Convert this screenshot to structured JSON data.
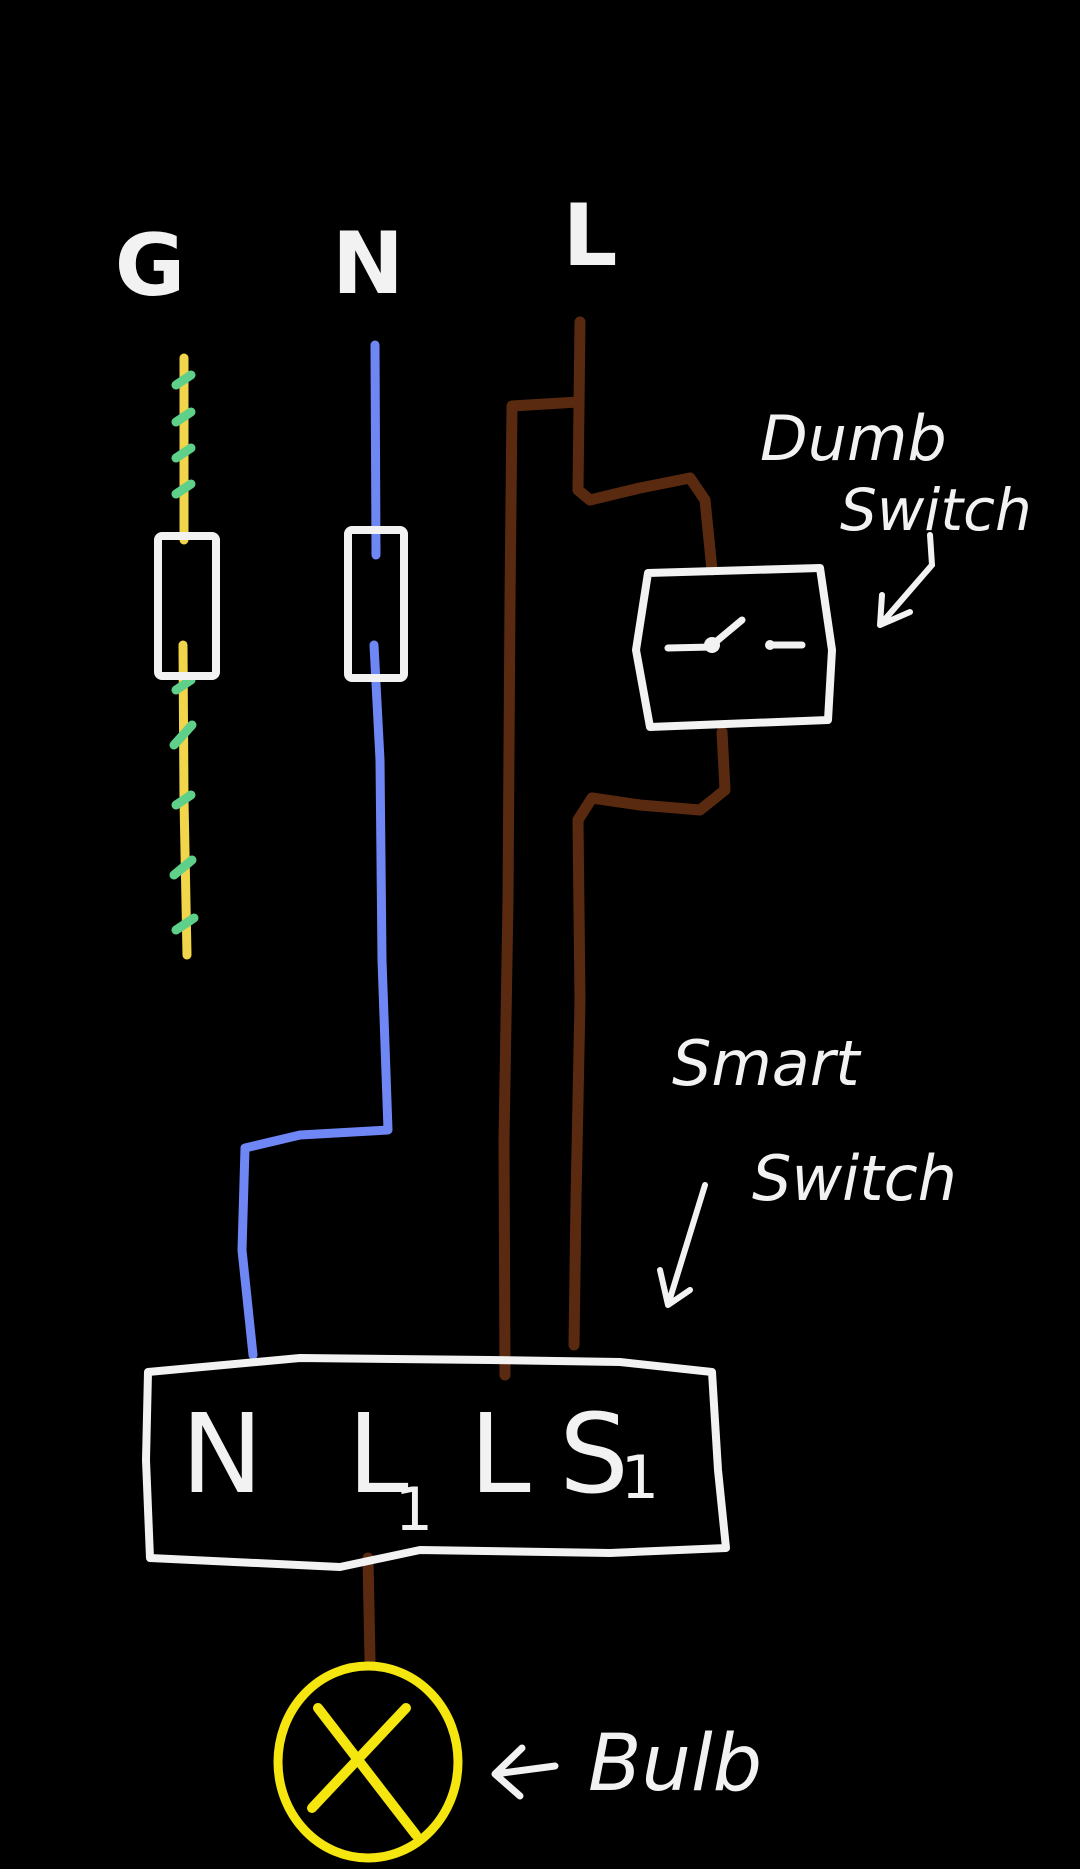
{
  "colors": {
    "background": "#000000",
    "outline": "#f2f2f2",
    "ground_wire": "#f1d54a",
    "ground_stripe": "#5fd08a",
    "neutral_wire": "#6f86f5",
    "live_wire": "#5a2a10",
    "bulb": "#f5e60f"
  },
  "icons": [
    "gear-icon"
  ],
  "supply": {
    "ground_label": "G",
    "neutral_label": "N",
    "live_label": "L"
  },
  "dumb_switch": {
    "label_line1": "Dumb",
    "label_line2": "Switch"
  },
  "smart_switch": {
    "label_line1": "Smart",
    "label_line2": "Switch",
    "terminal_n": "N",
    "terminal_l1": "L",
    "terminal_l1_sub": "1",
    "terminal_l": "L",
    "terminal_s1": "S",
    "terminal_s1_sub": "1"
  },
  "bulb": {
    "label": "Bulb"
  }
}
